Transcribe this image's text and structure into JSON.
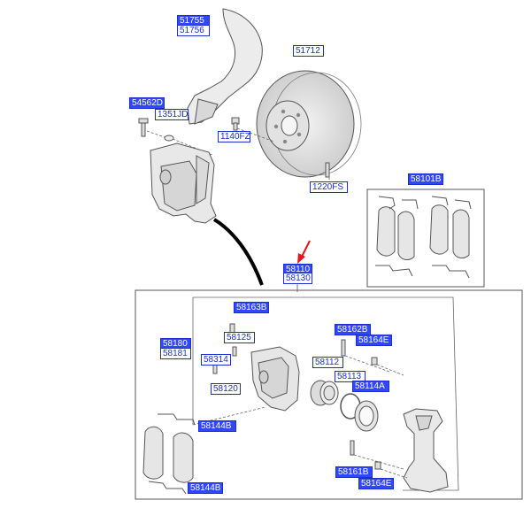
{
  "labels": {
    "p51755": "51755",
    "p51756": "51756",
    "p51712": "51712",
    "p54562d": "54562D",
    "p1351jd": "1351JD",
    "p1140fz": "1140FZ",
    "p1220fs": "1220FS",
    "p58101b": "58101B",
    "p58110": "58110",
    "p58130": "58130",
    "p58163b": "58163B",
    "p58125": "58125",
    "p58180": "58180",
    "p58181": "58181",
    "p58314": "58314",
    "p58120": "58120",
    "p58162b": "58162B",
    "p58164e_top": "58164E",
    "p58112": "58112",
    "p58113": "58113",
    "p58114a": "58114A",
    "p58144b_top": "58144B",
    "p58144b_bottom": "58144B",
    "p58161b": "58161B",
    "p58164e_bottom": "58164E"
  },
  "colors": {
    "label_border": "#1a2fd0",
    "label_text": "#1a2fd0",
    "label_highlight": "#3146ff",
    "arrow": "#e8141c",
    "part_fill": "#e9e9e9",
    "outline": "#555555"
  }
}
